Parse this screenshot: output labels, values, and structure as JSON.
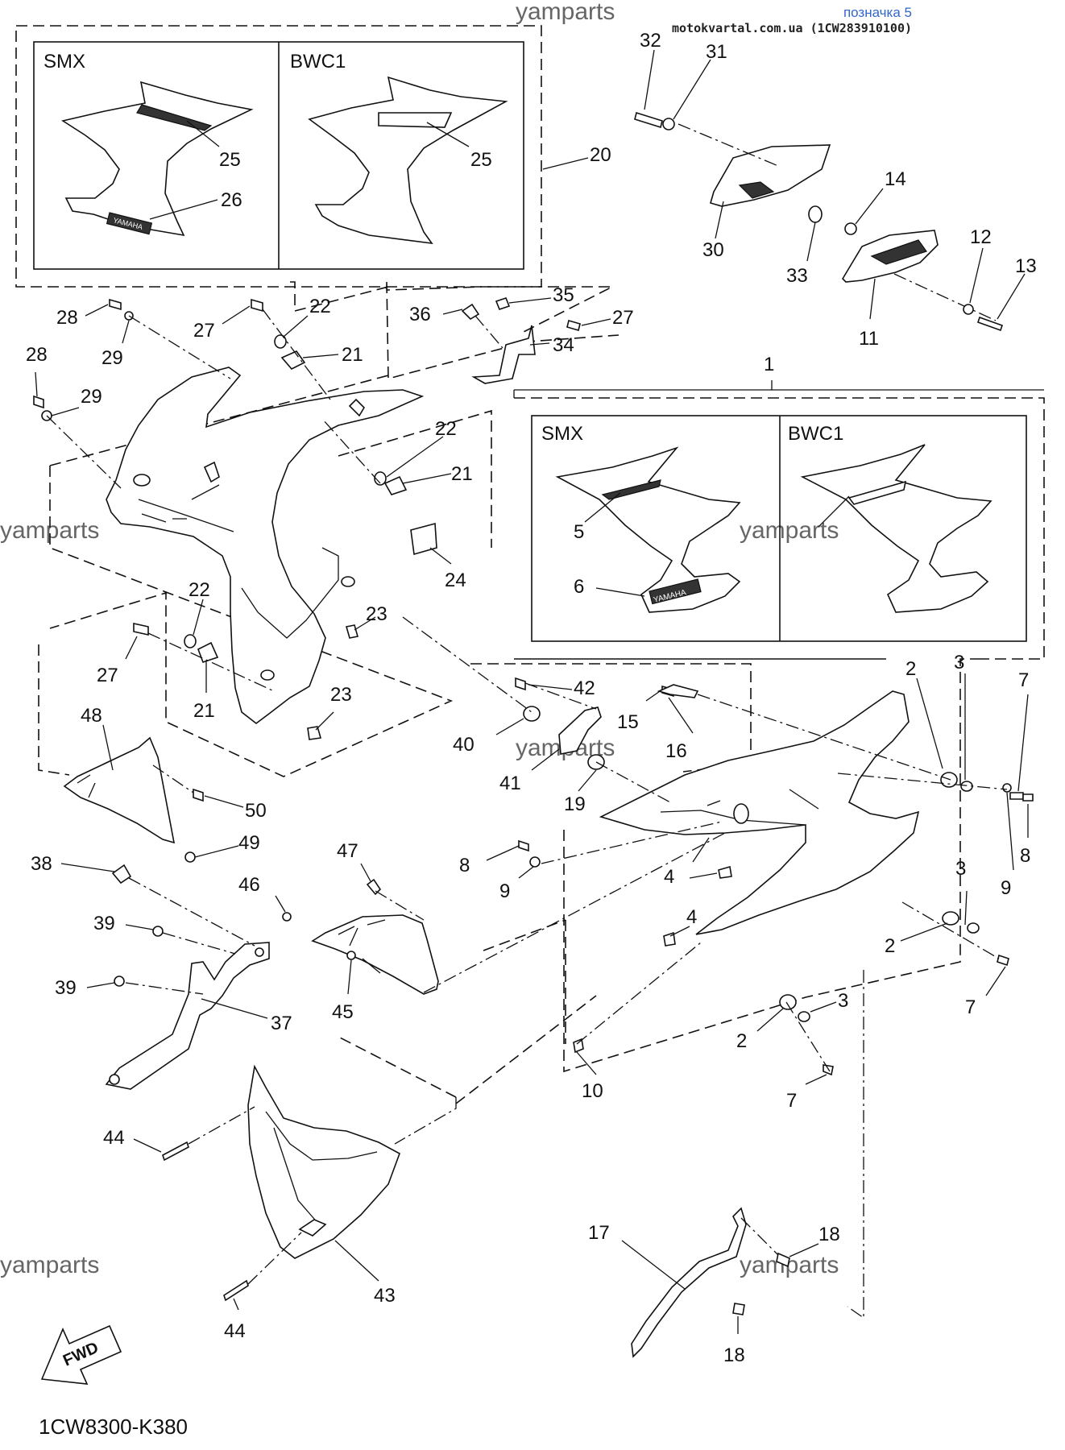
{
  "header": {
    "badge": "позначка 5",
    "site_line": "motokvartal.com.ua (1CW283910100)"
  },
  "watermarks": [
    "yamparts",
    "yamparts",
    "yamparts",
    "yamparts",
    "yamparts",
    "yamparts"
  ],
  "diagram_code": "1CW8300-K380",
  "fwd_label": "FWD",
  "inset_top": {
    "variant_left": "SMX",
    "variant_right": "BWC1",
    "group_number": "20"
  },
  "inset_right": {
    "variant_left": "SMX",
    "variant_right": "BWC1",
    "group_number": "1"
  },
  "decal_text": "YAMAHA",
  "callouts": {
    "c1": "1",
    "c2a": "2",
    "c2b": "2",
    "c2c": "2",
    "c3a": "3",
    "c3b": "3",
    "c3c": "3",
    "c4a": "4",
    "c4b": "4",
    "c5": "5",
    "c6": "6",
    "c7a": "7",
    "c7b": "7",
    "c7c": "7",
    "c8a": "8",
    "c8b": "8",
    "c9a": "9",
    "c9b": "9",
    "c10": "10",
    "c11": "11",
    "c12": "12",
    "c13": "13",
    "c14": "14",
    "c15": "15",
    "c16": "16",
    "c17": "17",
    "c18a": "18",
    "c18b": "18",
    "c19": "19",
    "c20": "20",
    "c21a": "21",
    "c21b": "21",
    "c21c": "21",
    "c22a": "22",
    "c22b": "22",
    "c22c": "22",
    "c23a": "23",
    "c23b": "23",
    "c24": "24",
    "c25a": "25",
    "c25b": "25",
    "c26": "26",
    "c27a": "27",
    "c27b": "27",
    "c27c": "27",
    "c28a": "28",
    "c28b": "28",
    "c29a": "29",
    "c29b": "29",
    "c30": "30",
    "c31": "31",
    "c32": "32",
    "c33": "33",
    "c34": "34",
    "c35": "35",
    "c36": "36",
    "c37": "37",
    "c38": "38",
    "c39a": "39",
    "c39b": "39",
    "c40": "40",
    "c41": "41",
    "c42": "42",
    "c43": "43",
    "c44a": "44",
    "c44b": "44",
    "c45": "45",
    "c46": "46",
    "c47": "47",
    "c48": "48",
    "c49": "49",
    "c50": "50"
  }
}
